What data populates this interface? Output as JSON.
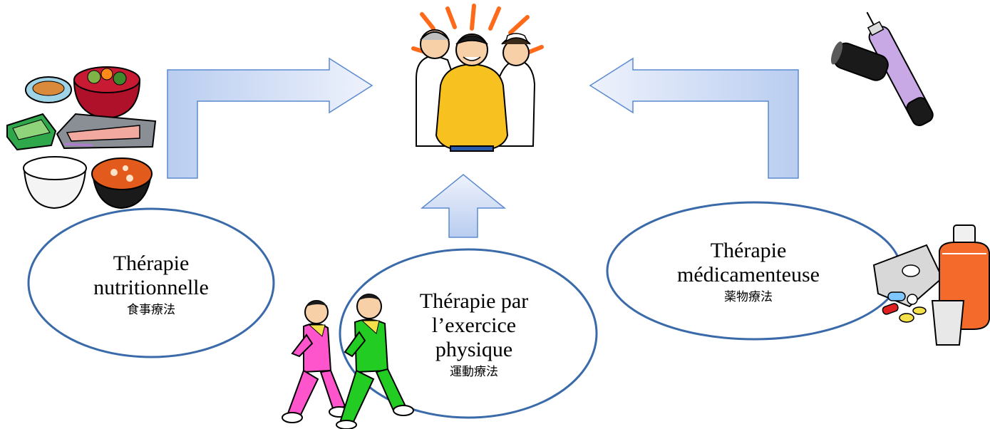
{
  "therapies": {
    "nutrition": {
      "line1": "Thérapie",
      "line2": "nutritionnelle",
      "jp": "食事療法"
    },
    "exercise": {
      "line1": "Thérapie par",
      "line2": "l’exercice",
      "line3": "physique",
      "jp": "運動療法"
    },
    "medication": {
      "line1": "Thérapie",
      "line2": "médicamenteuse",
      "jp": "薬物療法"
    }
  },
  "colors": {
    "arrow_fill_light": "#e8eefb",
    "arrow_fill_dark": "#b9cdf0",
    "arrow_stroke": "#5b8ad0",
    "ellipse_stroke": "#3a6aa9",
    "burst": "#ff6a1a"
  },
  "icons": [
    "meal-illustration-icon",
    "patient-with-doctor-and-nurse-icon",
    "joggers-icon",
    "insulin-pen-icon",
    "medicine-bottle-and-pills-icon"
  ]
}
